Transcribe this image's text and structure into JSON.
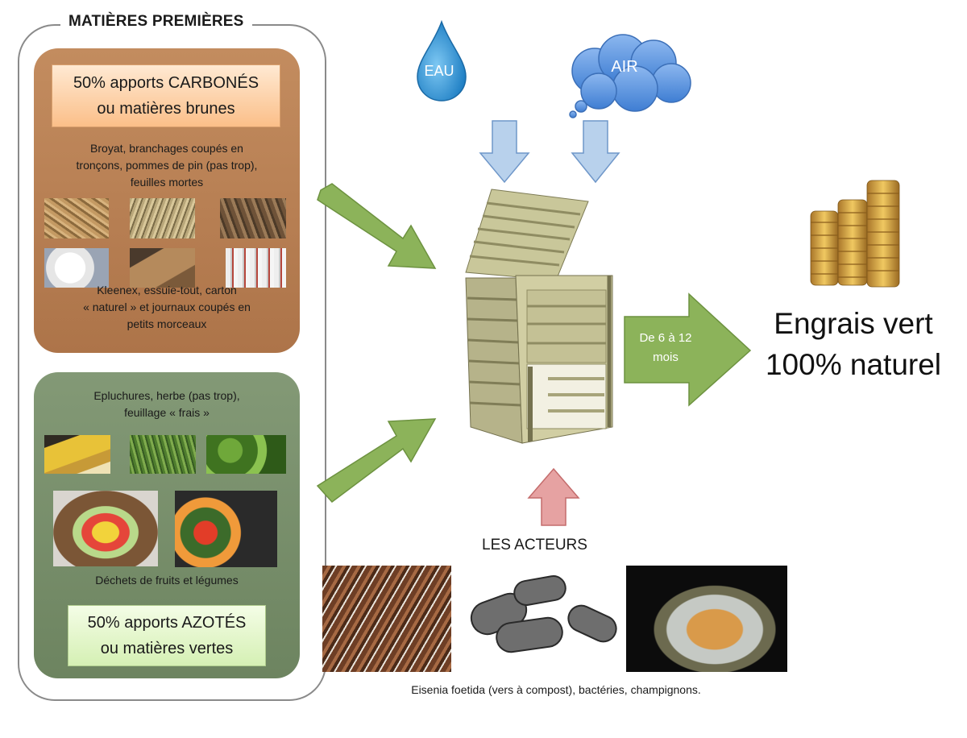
{
  "raw_materials": {
    "title": "MATIÈRES PREMIÈRES",
    "carbon": {
      "title_line1": "50%  apports CARBONÉS",
      "title_line2": "ou matières brunes",
      "description_line1": "Broyat, branchages coupés en",
      "description_line2": "tronçons, pommes de pin (pas trop),",
      "description_line3": "feuilles mortes",
      "description2_line1": "Kleenex, essuie-tout, carton",
      "description2_line2": "« naturel » et  journaux coupés en",
      "description2_line3": "petits morceaux"
    },
    "nitrogen": {
      "description_line1": "Epluchures, herbe (pas trop),",
      "description_line2": "feuillage « frais »",
      "caption": "Déchets de fruits et légumes",
      "title_line1": "50%  apports AZOTÉS",
      "title_line2": "ou matières vertes"
    }
  },
  "inputs": {
    "water": "EAU",
    "air": "AIR"
  },
  "process": {
    "duration_line1": "De 6 à 12",
    "duration_line2": "mois"
  },
  "result": {
    "line1": "Engrais vert",
    "line2": "100% naturel"
  },
  "actors": {
    "label": "LES ACTEURS",
    "caption": "Eisenia foetida (vers à compost),  bactéries, champignons."
  },
  "colors": {
    "arrow_green": "#8cb35a",
    "arrow_blue": "#b8d1ec",
    "arrow_red": "#e6a2a2",
    "brown_box": "#b87d51",
    "green_box": "#7a9069"
  }
}
